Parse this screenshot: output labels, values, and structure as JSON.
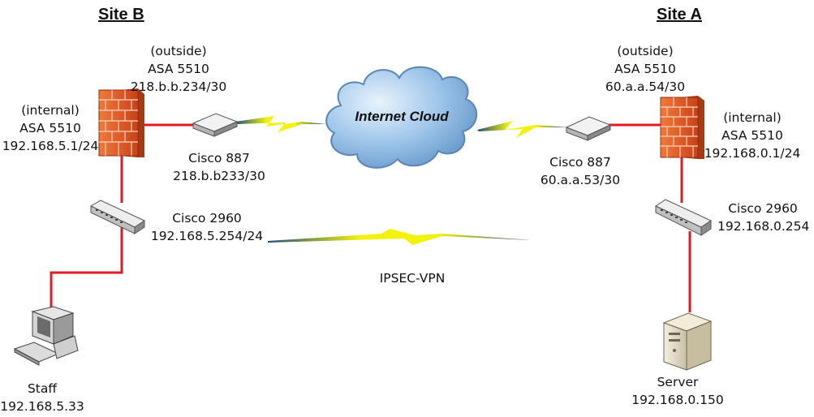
{
  "sites": {
    "b": "Site B",
    "a": "Site A"
  },
  "site_b": {
    "asa_outside": [
      "(outside)",
      "ASA 5510",
      "218.b.b.234/30"
    ],
    "asa_internal": [
      "(internal)",
      "ASA 5510",
      "192.168.5.1/24"
    ],
    "router": [
      "Cisco 887",
      "218.b.b233/30"
    ],
    "switch": [
      "Cisco 2960",
      "192.168.5.254/24"
    ],
    "staff": [
      "Staff",
      "192.168.5.33"
    ]
  },
  "site_a": {
    "asa_outside": [
      "(outside)",
      "ASA 5510",
      "60.a.a.54/30"
    ],
    "asa_internal": [
      "(internal)",
      "ASA 5510",
      "192.168.0.1/24"
    ],
    "router": [
      "Cisco 887",
      "60.a.a.53/30"
    ],
    "switch": [
      "Cisco 2960",
      "192.168.0.254"
    ],
    "server": [
      "Server",
      "192.168.0.150"
    ]
  },
  "cloud_label": "Internet Cloud",
  "vpn_label": "IPSEC-VPN",
  "colors": {
    "link": "#e01b24",
    "bolt": "#eaea10",
    "firewall": "#e8632a",
    "cloud": "#8ab6e2"
  }
}
